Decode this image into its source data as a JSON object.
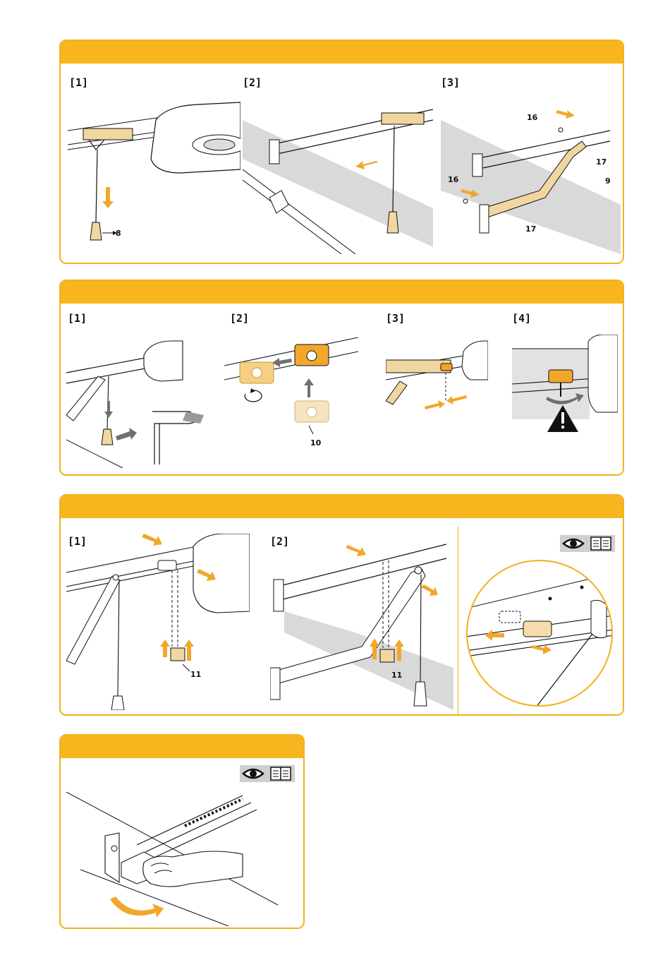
{
  "colors": {
    "accent": "#f7b51e",
    "frame": "#f1b21c",
    "part": "#f0d6a0",
    "shade": "#d9d9d9",
    "arrow": "#f2a72b",
    "dark_arrow": "#707070"
  },
  "panel1": {
    "steps": [
      "[1]",
      "[2]",
      "[3]"
    ],
    "callouts": {
      "handle": "8",
      "arm": "9",
      "pin_top": "16",
      "pin_bottom": "16",
      "clip_top": "17",
      "clip_bottom": "17"
    }
  },
  "panel2": {
    "steps": [
      "[1]",
      "[2]",
      "[3]",
      "[4]"
    ],
    "callouts": {
      "nut": "10"
    },
    "warning_icon": "warning-triangle-icon"
  },
  "panel3": {
    "steps": [
      "[1]",
      "[2]"
    ],
    "callouts": {
      "stop_left": "11",
      "stop_right": "11"
    },
    "icons": [
      "eye-icon",
      "manual-book-icon"
    ]
  },
  "panel4": {
    "icons": [
      "eye-icon",
      "manual-book-icon"
    ]
  }
}
